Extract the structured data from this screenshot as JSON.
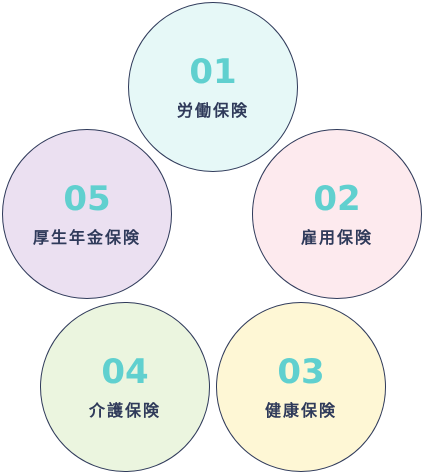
{
  "items": [
    {
      "number": "01",
      "label": "労働保険",
      "fill": "#e6f8f7"
    },
    {
      "number": "02",
      "label": "雇用保険",
      "fill": "#fdeaee"
    },
    {
      "number": "03",
      "label": "健康保険",
      "fill": "#fef7d5"
    },
    {
      "number": "04",
      "label": "介護保険",
      "fill": "#ebf5df"
    },
    {
      "number": "05",
      "label": "厚生年金保険",
      "fill": "#ebe0f1"
    }
  ],
  "colors": {
    "number": "#60d0cf",
    "label": "#2f3a5a",
    "border": "#2f3a5a"
  }
}
